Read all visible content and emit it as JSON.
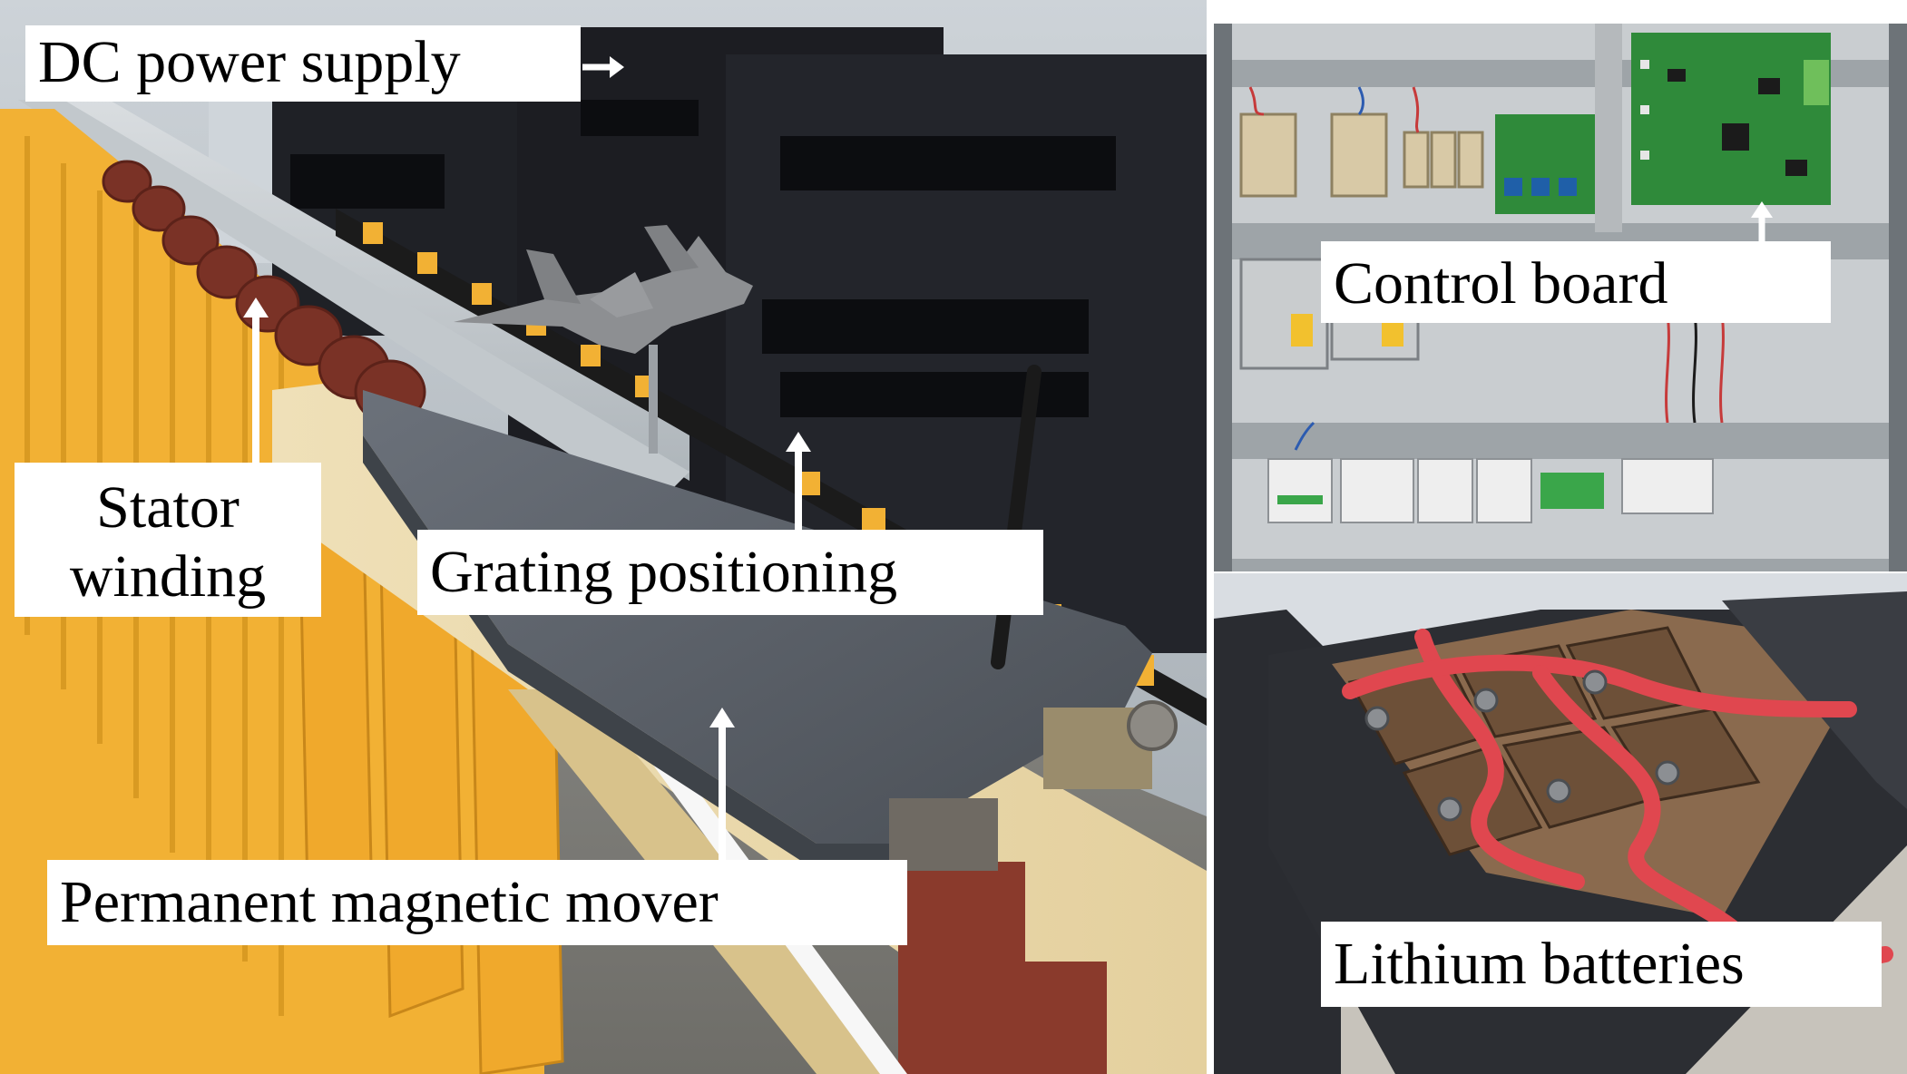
{
  "image": {
    "panels": [
      "main-track-photo",
      "control-cabinet-photo",
      "battery-photo"
    ]
  },
  "labels": {
    "dc_power_supply": "DC power supply",
    "stator_winding_line1": "Stator",
    "stator_winding_line2": "winding",
    "grating_positioning": "Grating positioning",
    "permanent_magnetic_mover": "Permanent magnetic mover",
    "control_board": "Control board",
    "lithium_batteries": "Lithium batteries"
  },
  "colors": {
    "label_background": "#ffffff",
    "label_text": "#000000",
    "arrow": "#ffffff",
    "track_yellow": "#f2b134",
    "cabinet_black": "#1c1d22",
    "mover_gray": "#5a5f66",
    "winding_red": "#7a3226",
    "pcb_green": "#2f8a3a",
    "cable_red": "#e0474f"
  }
}
